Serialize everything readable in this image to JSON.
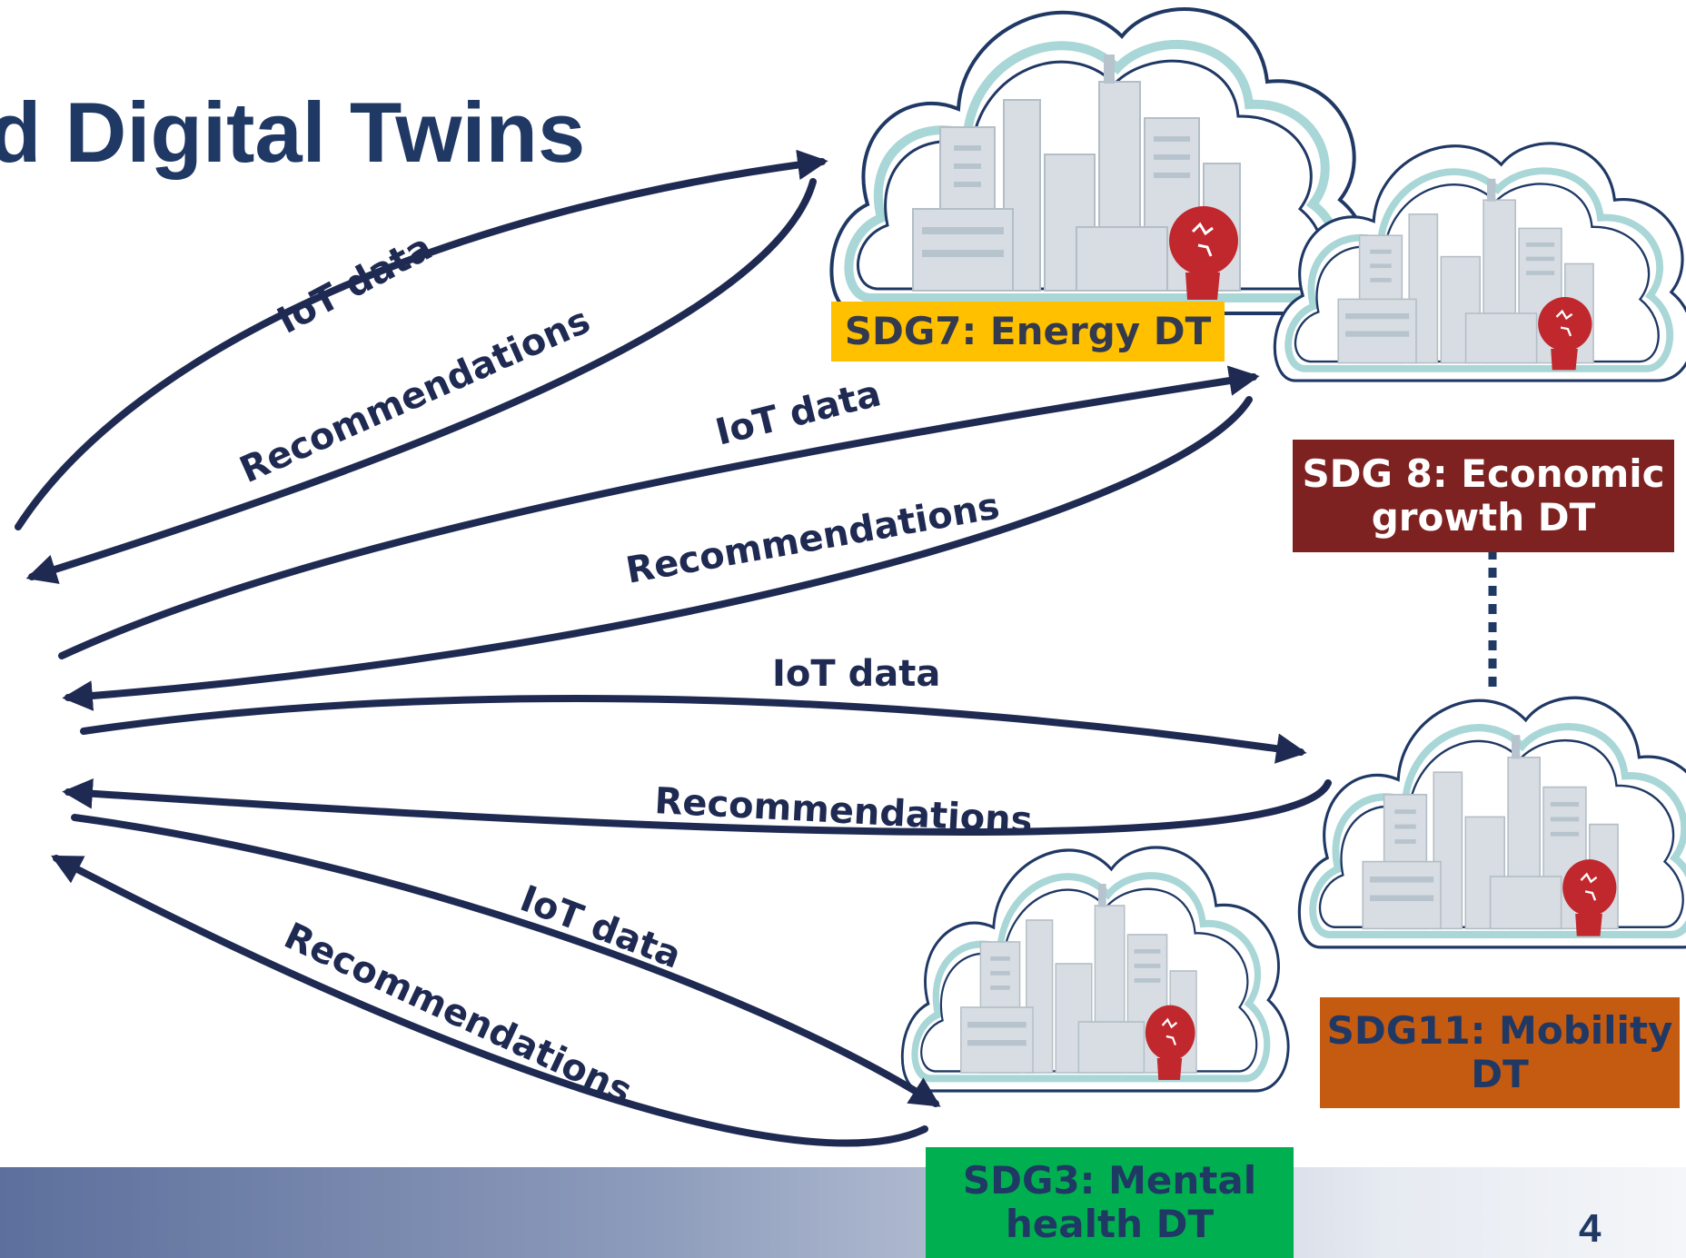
{
  "title": "d Digital Twins",
  "page_number": "4",
  "nodes": [
    {
      "label": "SDG7: Energy DT",
      "color": "#ffc000"
    },
    {
      "label": "SDG 8: Economic growth DT",
      "color": "#7d2220"
    },
    {
      "label": "SDG11: Mobility DT",
      "color": "#c55a11"
    },
    {
      "label": "SDG3: Mental health DT",
      "color": "#00b050"
    }
  ],
  "flows": {
    "iot_label": "IoT data",
    "rec_label": "Recommendations"
  },
  "colors": {
    "title": "#1f3864",
    "arrow": "#1f2a52",
    "cloud_outline": "#1f3864",
    "cloud_ring": "#a9d6d6",
    "brain": "#c0282d"
  }
}
